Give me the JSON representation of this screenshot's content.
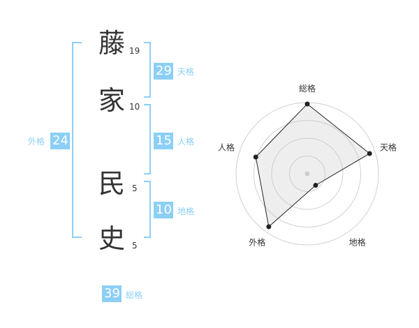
{
  "name": {
    "chars": [
      {
        "char": "藤",
        "strokes": "19"
      },
      {
        "char": "家",
        "strokes": "10"
      },
      {
        "char": "民",
        "strokes": "5"
      },
      {
        "char": "史",
        "strokes": "5"
      }
    ]
  },
  "kaku": {
    "tenkaku": {
      "value": "29",
      "label": "天格"
    },
    "jinkaku": {
      "value": "15",
      "label": "人格"
    },
    "chikaku": {
      "value": "10",
      "label": "地格"
    },
    "gaikaku": {
      "value": "24",
      "label": "外格"
    },
    "soukaku": {
      "value": "39",
      "label": "総格"
    }
  },
  "colors": {
    "accent": "#8ccff5",
    "text": "#333333",
    "grid": "#d0d0d0",
    "fill": "#eeeeee"
  },
  "chart_data": {
    "type": "radar",
    "axes": [
      "総格",
      "天格",
      "地格",
      "外格",
      "人格"
    ],
    "max": 5,
    "rings": 4,
    "values": [
      4.9,
      4.6,
      1.0,
      4.6,
      3.8
    ]
  }
}
